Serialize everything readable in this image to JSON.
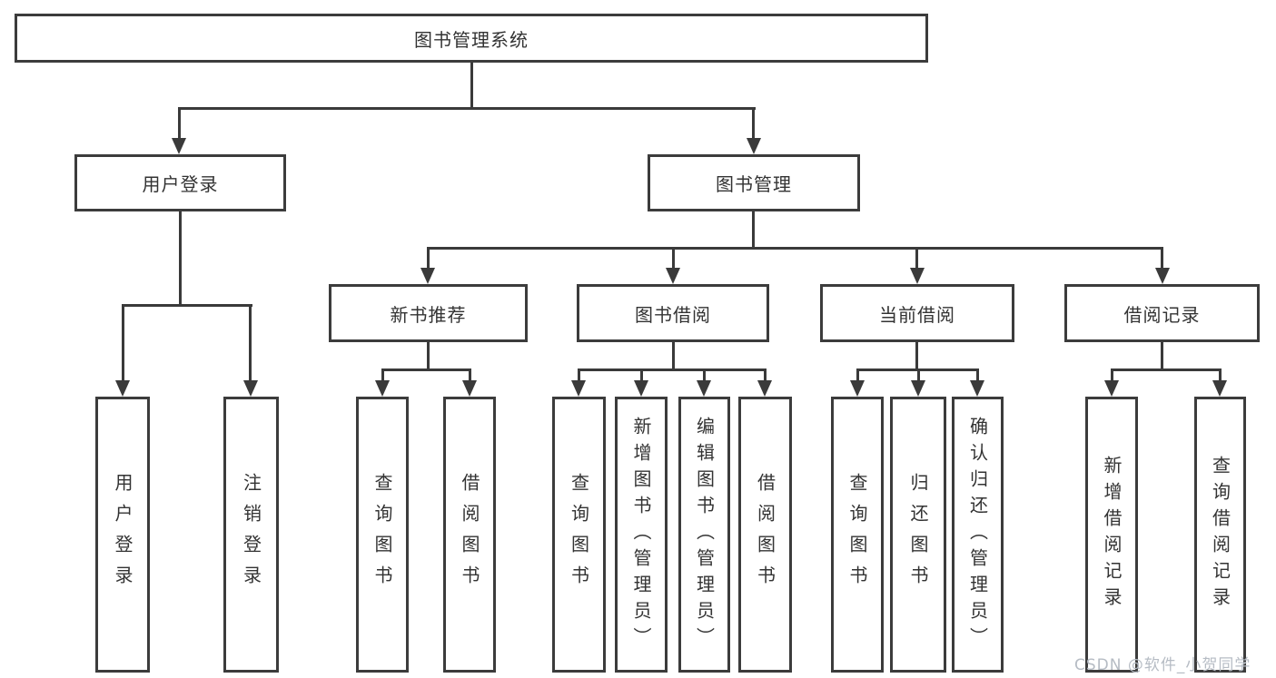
{
  "tree": {
    "root": {
      "label": "图书管理系统",
      "children": [
        {
          "label": "用户登录",
          "children": [
            {
              "label": "用户登录"
            },
            {
              "label": "注销登录"
            }
          ]
        },
        {
          "label": "图书管理",
          "children": [
            {
              "label": "新书推荐",
              "children": [
                {
                  "label": "查询图书"
                },
                {
                  "label": "借阅图书"
                }
              ]
            },
            {
              "label": "图书借阅",
              "children": [
                {
                  "label": "查询图书"
                },
                {
                  "label": "新增图书（管理员）"
                },
                {
                  "label": "编辑图书（管理员）"
                },
                {
                  "label": "借阅图书"
                }
              ]
            },
            {
              "label": "当前借阅",
              "children": [
                {
                  "label": "查询图书"
                },
                {
                  "label": "归还图书"
                },
                {
                  "label": "确认归还（管理员）"
                }
              ]
            },
            {
              "label": "借阅记录",
              "children": [
                {
                  "label": "新增借阅记录"
                },
                {
                  "label": "查询借阅记录"
                }
              ]
            }
          ]
        }
      ]
    }
  },
  "watermark": {
    "text": "CSDN @软件_小贺同学"
  },
  "colors": {
    "line": "#3a3a3a",
    "box_border": "#3c3c3c",
    "box_fill": "#ffffff",
    "text": "#333333",
    "watermark": "#b6bcc4",
    "background": "#ffffff"
  }
}
